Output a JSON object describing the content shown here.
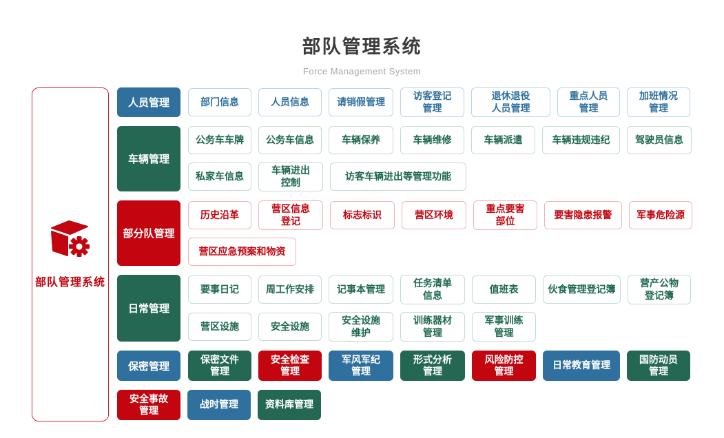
{
  "page": {
    "title": "部队管理系统",
    "subtitle": "Force Management System"
  },
  "sidebar": {
    "label": "部队管理系统",
    "icon": "cube-gear-icon"
  },
  "palette": {
    "red": "#c2050f",
    "blue": "#2f709f",
    "green": "#246853",
    "red_border": "#f1b3b6",
    "blue_border": "#b9d4e7",
    "green_border": "#c3dbd0"
  },
  "groups": [
    {
      "id": "personnel",
      "theme": "blue",
      "category": {
        "label": "人员管理",
        "color": "blue"
      },
      "subrows": [
        [
          {
            "label": "部门信息",
            "w": 92
          },
          {
            "label": "人员信息",
            "w": 92
          },
          {
            "label": "请销假管理",
            "w": 94
          },
          {
            "label": "访客登记\n管理",
            "w": 93
          },
          {
            "label": "退休退役\n人员管理",
            "w": 115
          },
          {
            "label": "重点人员\n管理",
            "w": 91
          },
          {
            "label": "加班情况\n管理",
            "w": 92
          }
        ]
      ]
    },
    {
      "id": "vehicle",
      "theme": "green",
      "category": {
        "label": "车辆管理",
        "color": "green"
      },
      "subrows": [
        [
          {
            "label": "公务车车牌",
            "w": 92
          },
          {
            "label": "公务车信息",
            "w": 92
          },
          {
            "label": "车辆保养",
            "w": 94
          },
          {
            "label": "车辆维修",
            "w": 93
          },
          {
            "label": "车辆派遣",
            "w": 93
          },
          {
            "label": "车辆违规违纪",
            "w": 113
          },
          {
            "label": "驾驶员信息",
            "w": 94
          }
        ],
        [
          {
            "label": "私家车信息",
            "w": 92
          },
          {
            "label": "车辆进出\n控制",
            "w": 94
          },
          {
            "label": "访客车辆进出等管理功能",
            "w": 198
          }
        ]
      ]
    },
    {
      "id": "subunit",
      "theme": "red",
      "category": {
        "label": "部分队管理",
        "color": "red"
      },
      "subrows": [
        [
          {
            "label": "历史沿革",
            "w": 92
          },
          {
            "label": "营区信息\n登记",
            "w": 94
          },
          {
            "label": "标志标识",
            "w": 94
          },
          {
            "label": "营区环境",
            "w": 94
          },
          {
            "label": "重点要害\n部位",
            "w": 93
          },
          {
            "label": "要害隐患报警",
            "w": 113
          },
          {
            "label": "军事危险源",
            "w": 92
          }
        ],
        [
          {
            "label": "营区应急预案和物资",
            "w": 157
          }
        ]
      ]
    },
    {
      "id": "daily",
      "theme": "green",
      "category": {
        "label": "日常管理",
        "color": "green"
      },
      "subrows": [
        [
          {
            "label": "要事日记",
            "w": 92
          },
          {
            "label": "周工作安排",
            "w": 92
          },
          {
            "label": "记事本管理",
            "w": 94
          },
          {
            "label": "任务清单\n信息",
            "w": 94
          },
          {
            "label": "值班表",
            "w": 93
          },
          {
            "label": "伙食管理登记簿",
            "w": 113
          },
          {
            "label": "营产公物\n登记簿",
            "w": 92
          }
        ],
        [
          {
            "label": "营区设施",
            "w": 92
          },
          {
            "label": "安全设施",
            "w": 92
          },
          {
            "label": "安全设施\n维护",
            "w": 94
          },
          {
            "label": "训练器材\n管理",
            "w": 94
          },
          {
            "label": "军事训练\n管理",
            "w": 93
          }
        ]
      ]
    },
    {
      "id": "secrecy",
      "theme": "blue",
      "category": {
        "label": "保密管理",
        "color": "blue"
      },
      "subrows": [
        [
          {
            "label": "保密文件\n管理",
            "color": "green",
            "solid": true,
            "w": 92
          },
          {
            "label": "安全检查\n管理",
            "color": "red",
            "solid": true,
            "w": 92
          },
          {
            "label": "军风军纪\n管理",
            "color": "blue",
            "solid": true,
            "w": 94
          },
          {
            "label": "形式分析\n管理",
            "color": "green",
            "solid": true,
            "w": 94
          },
          {
            "label": "风险防控\n管理",
            "color": "red",
            "solid": true,
            "w": 93
          },
          {
            "label": "日常教育管理",
            "color": "blue",
            "solid": true,
            "w": 112
          },
          {
            "label": "国防动员\n管理",
            "color": "green",
            "solid": true,
            "w": 92
          }
        ]
      ]
    },
    {
      "id": "misc",
      "theme": "red",
      "category": null,
      "subrows": [
        [
          {
            "label": "安全事故\n管理",
            "color": "red",
            "solid": true,
            "w": 92
          },
          {
            "label": "战时管理",
            "color": "blue",
            "solid": true,
            "w": 92
          },
          {
            "label": "资料库管理",
            "color": "green",
            "solid": true,
            "w": 92
          }
        ]
      ]
    }
  ]
}
